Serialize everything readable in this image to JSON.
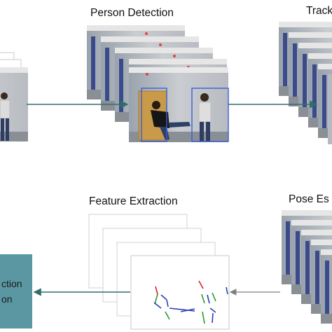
{
  "stages": {
    "person_detection": {
      "title": "Person Detection"
    },
    "tracking": {
      "title": "Track"
    },
    "feature_extraction": {
      "title": "Feature Extraction"
    },
    "pose_estimation": {
      "title": "Pose Es"
    },
    "classification": {
      "line1": "ction",
      "line2": "on"
    }
  },
  "colors": {
    "flow_arrow_top": "#2f6f6a",
    "flow_arrow_bottom": "#2f6f6a",
    "pose_arrow": "#7f7f7f",
    "detection_box": "#3b5fd6",
    "classification_box": "#5b97a3",
    "frame_border": "#c8c8c8"
  }
}
